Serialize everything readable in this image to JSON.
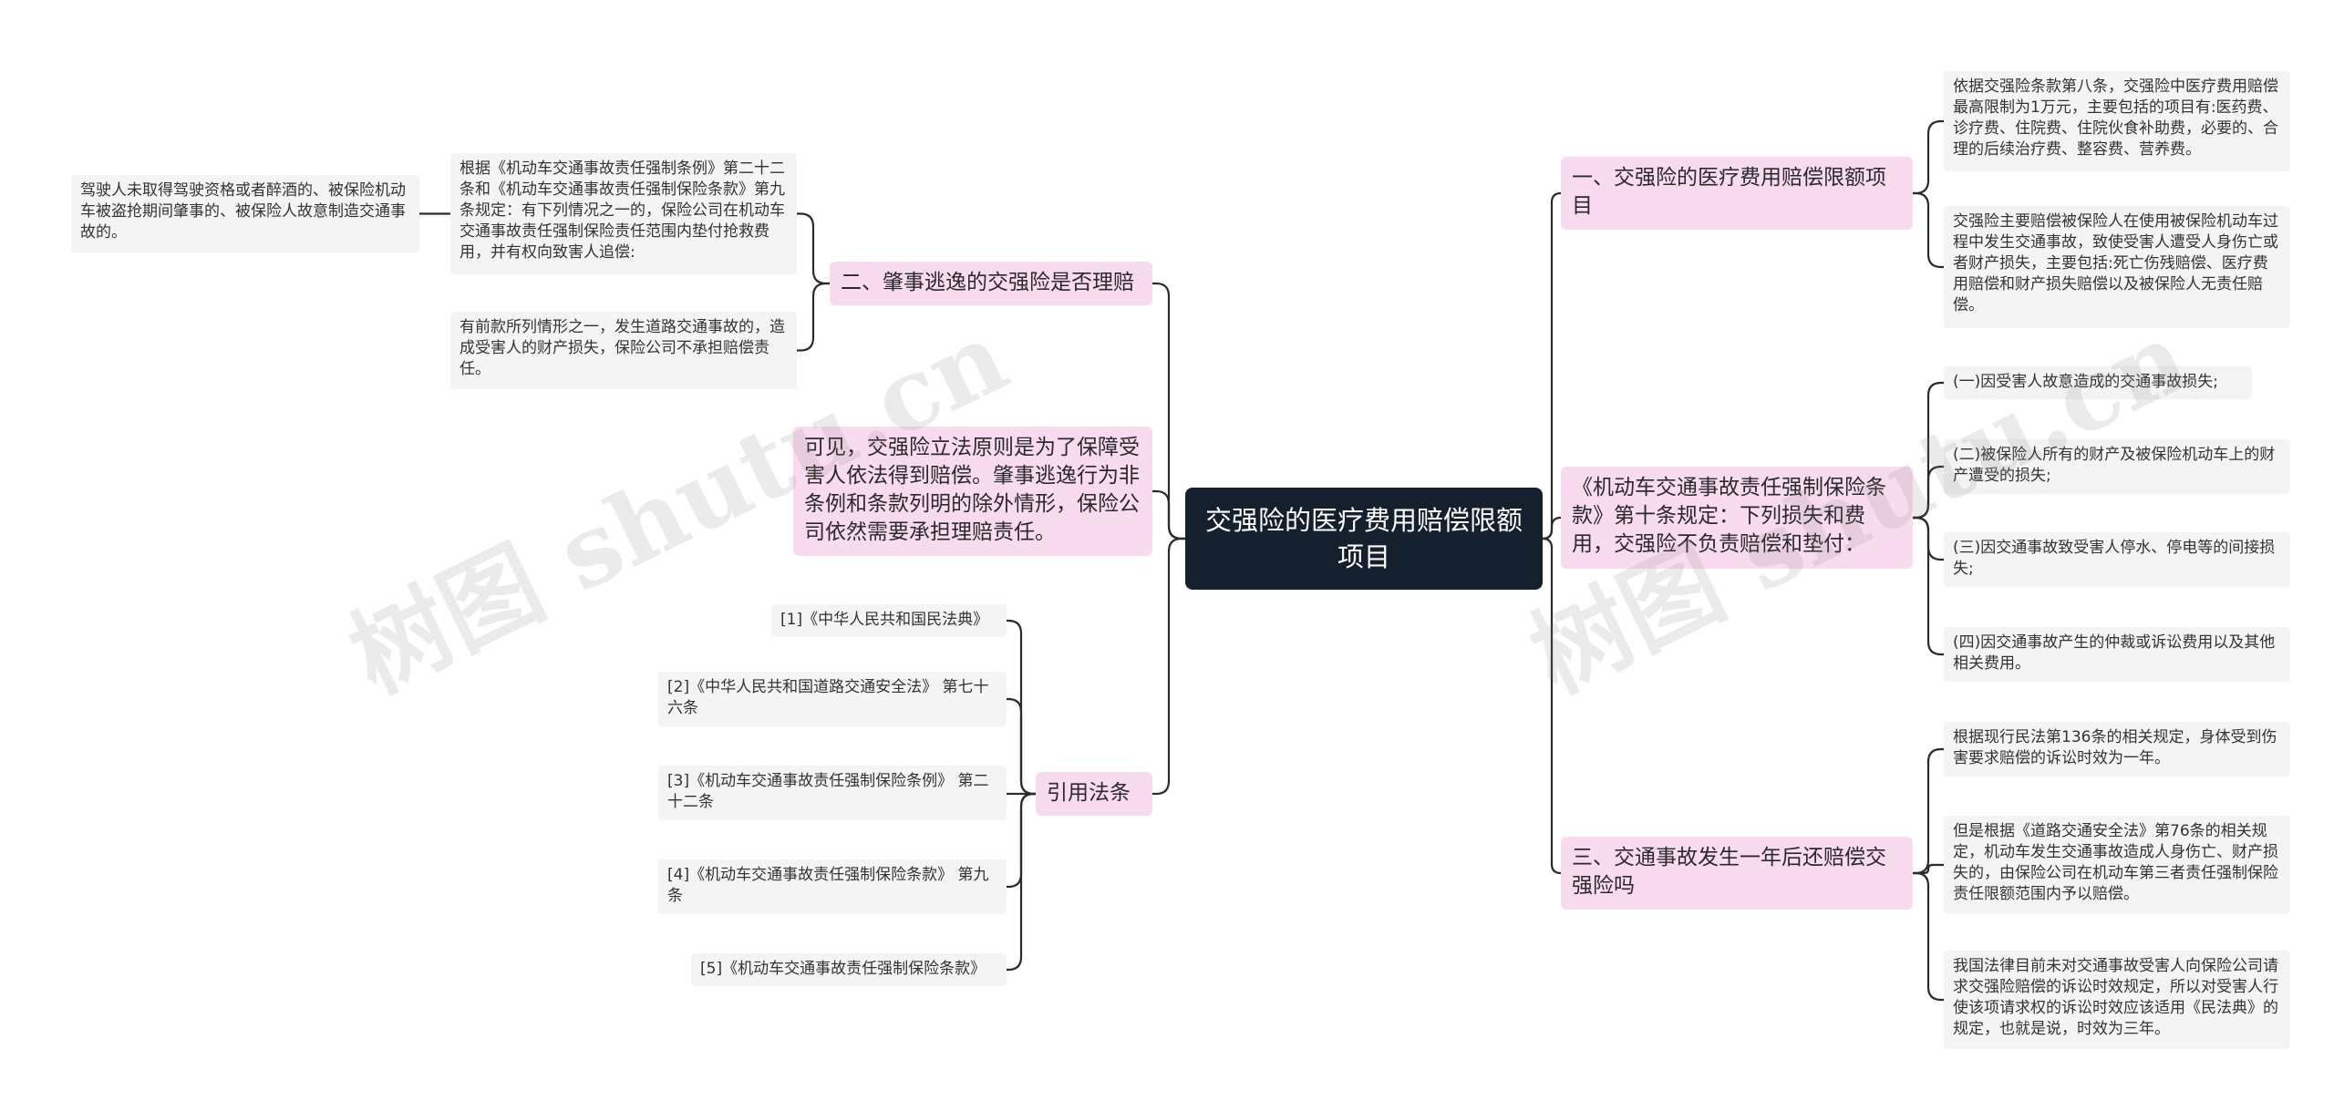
{
  "watermark": "树图 shutu.cn",
  "root": {
    "label": "交强险的医疗费用赔偿限额项目"
  },
  "left_branches": [
    {
      "label": "二、肇事逃逸的交强险是否理赔",
      "children": [
        {
          "text": "根据《机动车交通事故责任强制条例》第二十二条和《机动车交通事故责任强制保险条款》第九条规定：有下列情况之一的，保险公司在机动车交通事故责任强制保险责任范围内垫付抢救费用，并有权向致害人追偿:",
          "children": [
            {
              "text": "驾驶人未取得驾驶资格或者醉酒的、被保险机动车被盗抢期间肇事的、被保险人故意制造交通事故的。"
            }
          ]
        },
        {
          "text": "有前款所列情形之一，发生道路交通事故的，造成受害人的财产损失，保险公司不承担赔偿责任。"
        }
      ]
    },
    {
      "label": "可见，交强险立法原则是为了保障受害人依法得到赔偿。肇事逃逸行为非条例和条款列明的除外情形，保险公司依然需要承担理赔责任。",
      "children": []
    },
    {
      "label": "引用法条",
      "children": [
        {
          "text": "[1]《中华人民共和国民法典》"
        },
        {
          "text": "[2]《中华人民共和国道路交通安全法》 第七十六条"
        },
        {
          "text": "[3]《机动车交通事故责任强制保险条例》 第二十二条"
        },
        {
          "text": "[4]《机动车交通事故责任强制保险条款》 第九条"
        },
        {
          "text": "[5]《机动车交通事故责任强制保险条款》"
        }
      ]
    }
  ],
  "right_branches": [
    {
      "label": "一、交强险的医疗费用赔偿限额项目",
      "children": [
        {
          "text": "依据交强险条款第八条，交强险中医疗费用赔偿最高限制为1万元，主要包括的项目有:医药费、诊疗费、住院费、住院伙食补助费，必要的、合理的后续治疗费、整容费、营养费。"
        },
        {
          "text": "交强险主要赔偿被保险人在使用被保险机动车过程中发生交通事故，致使受害人遭受人身伤亡或者财产损失，主要包括:死亡伤残赔偿、医疗费用赔偿和财产损失赔偿以及被保险人无责任赔偿。"
        }
      ]
    },
    {
      "label": "《机动车交通事故责任强制保险条款》第十条规定：下列损失和费用，交强险不负责赔偿和垫付：",
      "children": [
        {
          "text": "(一)因受害人故意造成的交通事故损失;"
        },
        {
          "text": "(二)被保险人所有的财产及被保险机动车上的财产遭受的损失;"
        },
        {
          "text": "(三)因交通事故致受害人停水、停电等的间接损失;"
        },
        {
          "text": "(四)因交通事故产生的仲裁或诉讼费用以及其他相关费用。"
        }
      ]
    },
    {
      "label": "三、交通事故发生一年后还赔偿交强险吗",
      "children": [
        {
          "text": "根据现行民法第136条的相关规定，身体受到伤害要求赔偿的诉讼时效为一年。"
        },
        {
          "text": "但是根据《道路交通安全法》第76条的相关规定，机动车发生交通事故造成人身伤亡、财产损失的，由保险公司在机动车第三者责任强制保险责任限额范围内予以赔偿。"
        },
        {
          "text": "我国法律目前未对交通事故受害人向保险公司请求交强险赔偿的诉讼时效规定，所以对受害人行使该项请求权的诉讼时效应该适用《民法典》的规定，也就是说，时效为三年。"
        }
      ]
    }
  ],
  "colors": {
    "root_bg": "#14202e",
    "branch_bg": "#f9dbef",
    "leaf_bg": "#f4f4f4",
    "line": "#2b2b2b"
  }
}
